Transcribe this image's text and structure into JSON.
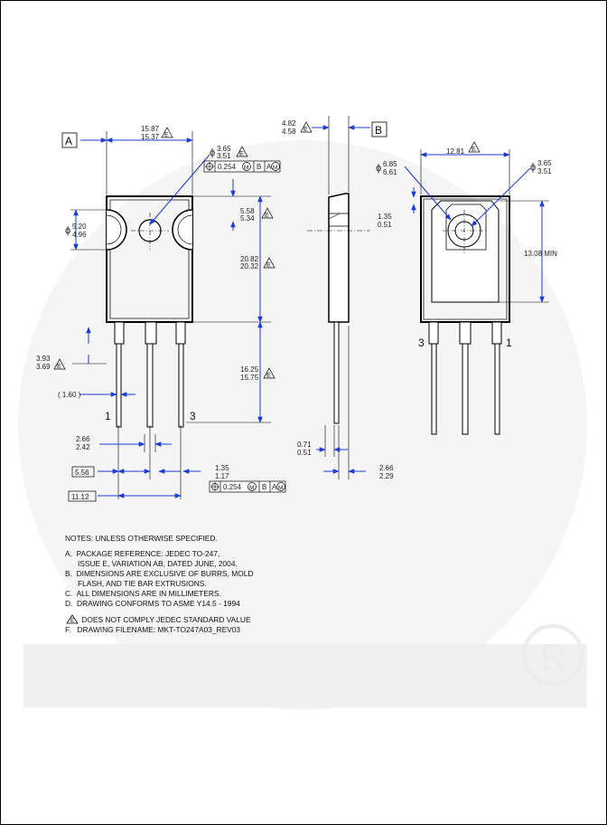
{
  "datum_labels": {
    "a": "A",
    "b": "B"
  },
  "pin_labels": {
    "front_1": "1",
    "front_3": "3",
    "back_3": "3",
    "back_1": "1"
  },
  "dims": {
    "width_top": [
      "15.87",
      "15.37"
    ],
    "hole_dia": [
      "3.65",
      "3.51"
    ],
    "tol_front_hole": {
      "value": "0.254",
      "m": "M",
      "b": "B",
      "a": "A",
      "m2": "M"
    },
    "notch_dia": [
      "5.20",
      "4.96"
    ],
    "hole_pos": [
      "5.58",
      "5.34"
    ],
    "body_len": [
      "20.82",
      "20.32"
    ],
    "shoulder": [
      "3.93",
      "3.69"
    ],
    "ref_160": "( 1.60 )",
    "lead_len": [
      "16.25",
      "15.75"
    ],
    "lead_w": [
      "2.66",
      "2.42"
    ],
    "pitch1": "5.56",
    "lead_th": [
      "1.35",
      "1.17"
    ],
    "pitch2": "11.12",
    "tol_leads": {
      "value": "0.254",
      "m": "M",
      "b": "B",
      "a": "A",
      "m2": "M"
    },
    "thick": [
      "4.82",
      "4.58"
    ],
    "tab_th": [
      "1.35",
      "0.51"
    ],
    "lead_t": [
      "0.71",
      "0.51"
    ],
    "side_lead": [
      "2.66",
      "2.29"
    ],
    "back_w": "12.81",
    "back_big_dia": [
      "6.85",
      "6.61"
    ],
    "back_small_dia": [
      "3.65",
      "3.51"
    ],
    "min_len": "13.08 MIN",
    "diameter_symbol": "ϕ",
    "note_symbol": "E"
  },
  "notes": {
    "heading": "NOTES: UNLESS OTHERWISE SPECIFIED.",
    "a1": "A.  PACKAGE REFERENCE: JEDEC TO-247,",
    "a2": "      ISSUE E, VARIATION AB, DATED JUNE, 2004.",
    "b1": "B.  DIMENSIONS ARE EXCLUSIVE OF BURRS, MOLD",
    "b2": "      FLASH, AND TIE BAR EXTRUSIONS.",
    "c": "C.  ALL DIMENSIONS ARE IN MILLIMETERS.",
    "d": "D.  DRAWING CONFORMS TO ASME Y14.5 - 1994",
    "e_symbol": "E",
    "e": "DOES NOT COMPLY JEDEC STANDARD VALUE",
    "f": "F.   DRAWING FILENAME: MKT-TO247A03_REV03"
  },
  "colors": {
    "arrow": "#1a3bd6",
    "line": "#000000",
    "watermark": "#f4f4f4"
  }
}
